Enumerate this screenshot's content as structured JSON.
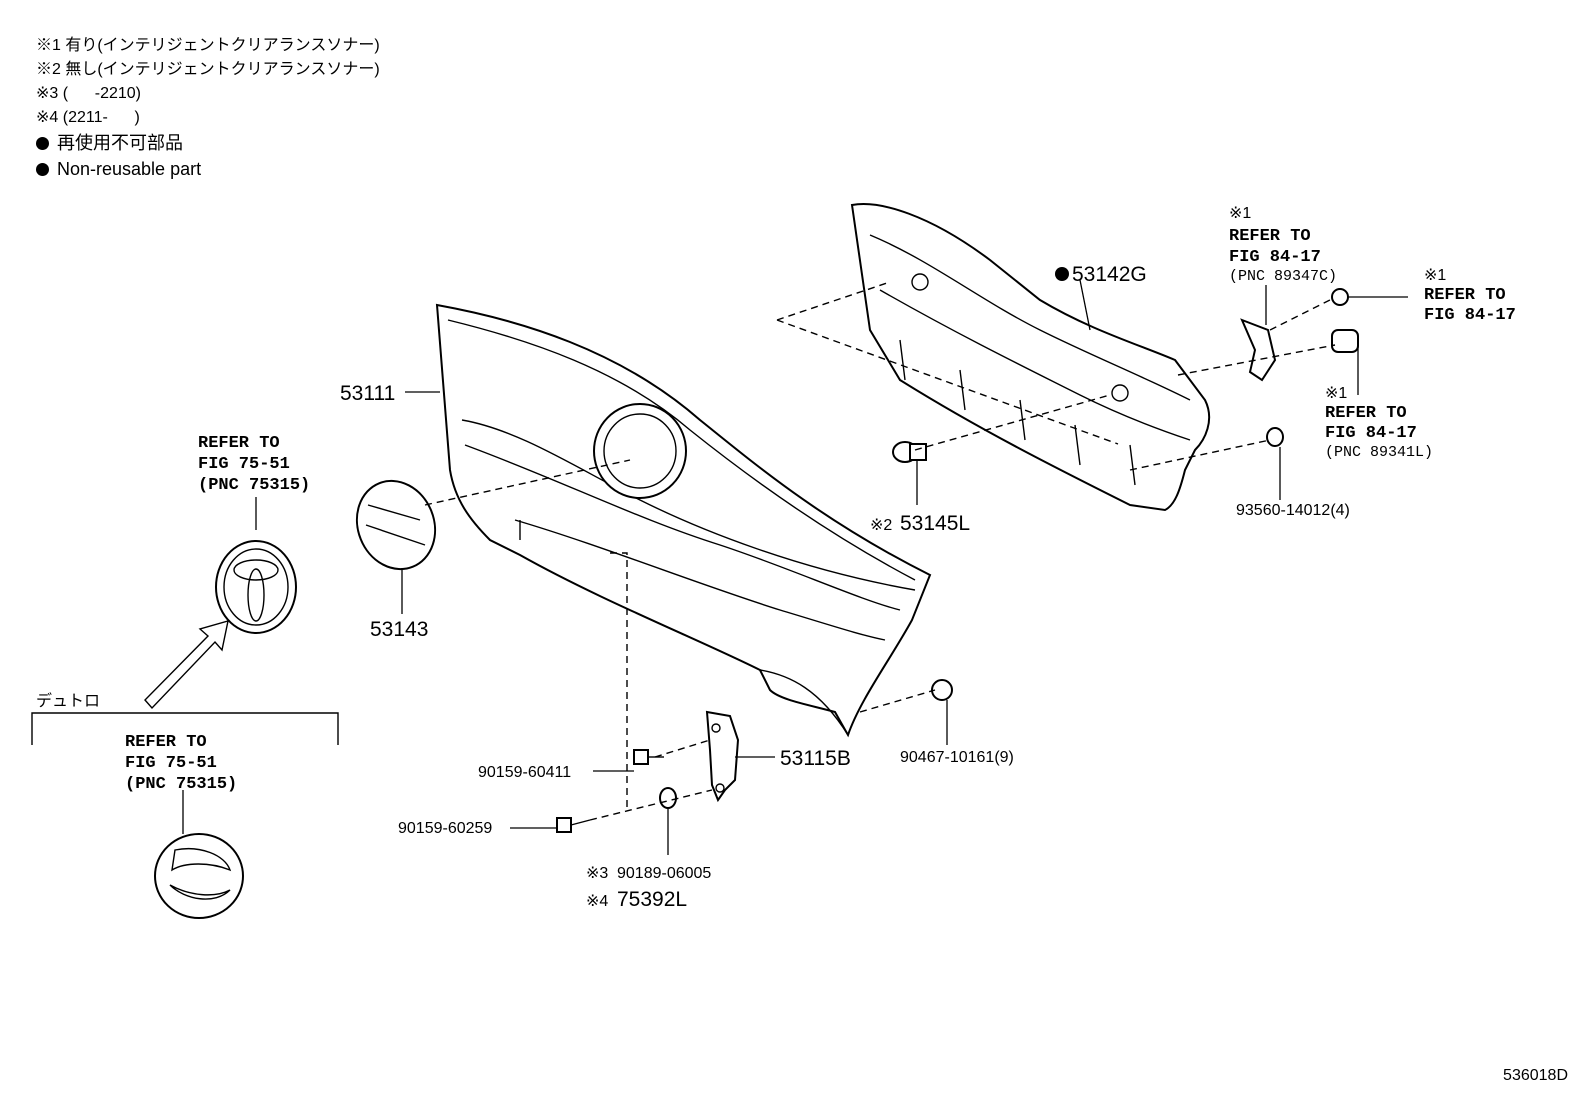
{
  "legend": {
    "note1": "※1 有り(インテリジェントクリアランスソナー)",
    "note2": "※2 無し(インテリジェントクリアランスソナー)",
    "note3": "※3 (      -2210)",
    "note4": "※4 (2211-      )",
    "nonreusable_jp": "再使用不可部品",
    "nonreusable_en": "Non-reusable part"
  },
  "labels": {
    "p53111": "53111",
    "p53143": "53143",
    "p53142g": "53142G",
    "p53145l": "53145L",
    "p53115b": "53115B",
    "p90159_60411": "90159-60411",
    "p90159_60259": "90159-60259",
    "p90189_06005": "90189-06005",
    "p75392l": "75392L",
    "p90467": "90467-10161(9)",
    "p93560": "93560-14012(4)",
    "mark1": "※1",
    "mark2": "※2",
    "mark3": "※3",
    "mark4": "※4",
    "refer_to": "REFER TO",
    "fig_75_51": "FIG 75-51",
    "pnc_75315": "(PNC 75315)",
    "fig_84_17": "FIG 84-17",
    "pnc_89347c": "(PNC 89347C)",
    "pnc_89341l": "(PNC 89341L)",
    "deturo": "デュトロ",
    "figure_code": "536018D"
  }
}
